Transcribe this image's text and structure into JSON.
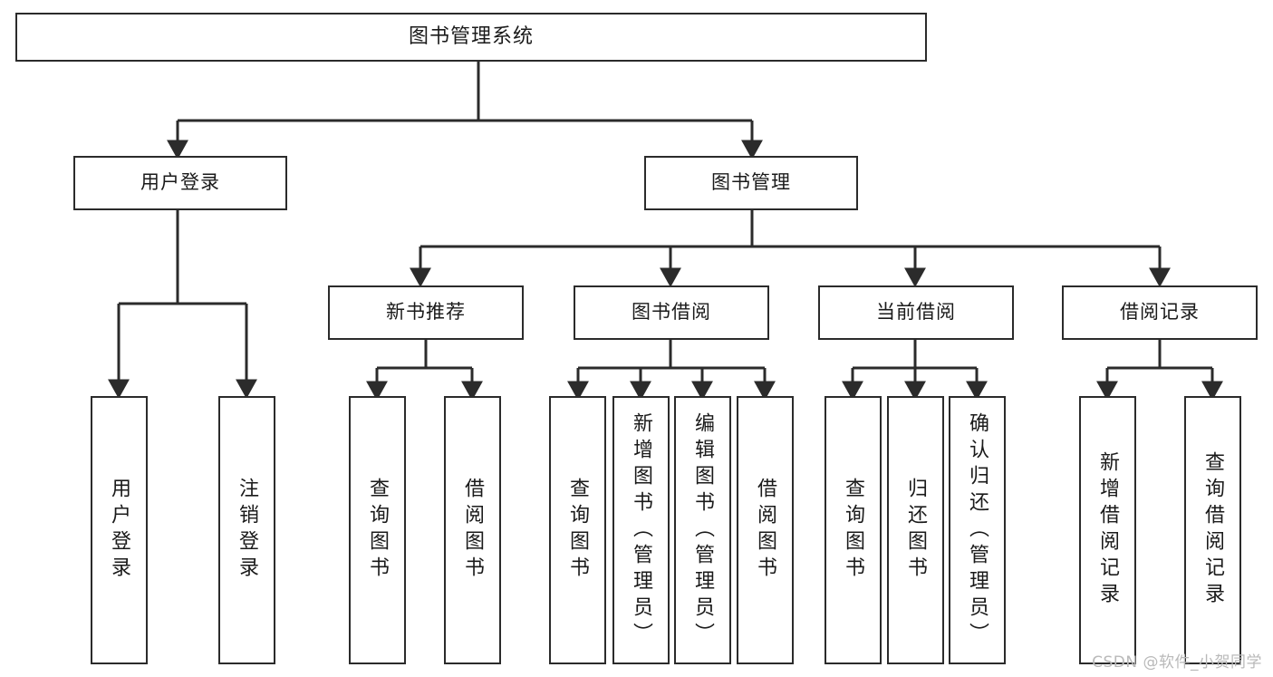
{
  "diagram": {
    "title": "图书管理系统",
    "type": "tree",
    "stroke_color": "#2b2b2b",
    "fill_color": "#ffffff",
    "text_color": "#1a1a1a",
    "root": {
      "id": "root",
      "label": "图书管理系统",
      "orientation": "horizontal"
    },
    "level2": [
      {
        "id": "user-login",
        "label": "用户登录",
        "orientation": "horizontal"
      },
      {
        "id": "book-manage",
        "label": "图书管理",
        "orientation": "horizontal"
      }
    ],
    "level3": [
      {
        "id": "new-book-rec",
        "label": "新书推荐",
        "orientation": "horizontal",
        "parent": "book-manage"
      },
      {
        "id": "book-borrow",
        "label": "图书借阅",
        "orientation": "horizontal",
        "parent": "book-manage"
      },
      {
        "id": "current-borrow",
        "label": "当前借阅",
        "orientation": "horizontal",
        "parent": "book-manage"
      },
      {
        "id": "borrow-record",
        "label": "借阅记录",
        "orientation": "horizontal",
        "parent": "book-manage"
      }
    ],
    "leaves": [
      {
        "id": "leaf-user-login",
        "label": "用户登录",
        "orientation": "vertical",
        "parent": "user-login"
      },
      {
        "id": "leaf-user-logout",
        "label": "注销登录",
        "orientation": "vertical",
        "parent": "user-login"
      },
      {
        "id": "leaf-query-book-1",
        "label": "查询图书",
        "orientation": "vertical",
        "parent": "new-book-rec"
      },
      {
        "id": "leaf-borrow-book-1",
        "label": "借阅图书",
        "orientation": "vertical",
        "parent": "new-book-rec"
      },
      {
        "id": "leaf-query-book-2",
        "label": "查询图书",
        "orientation": "vertical",
        "parent": "book-borrow"
      },
      {
        "id": "leaf-add-book",
        "label": "新增图书（管理员）",
        "orientation": "vertical",
        "parent": "book-borrow"
      },
      {
        "id": "leaf-edit-book",
        "label": "编辑图书（管理员）",
        "orientation": "vertical",
        "parent": "book-borrow"
      },
      {
        "id": "leaf-borrow-book-2",
        "label": "借阅图书",
        "orientation": "vertical",
        "parent": "book-borrow"
      },
      {
        "id": "leaf-query-book-3",
        "label": "查询图书",
        "orientation": "vertical",
        "parent": "current-borrow"
      },
      {
        "id": "leaf-return-book",
        "label": "归还图书",
        "orientation": "vertical",
        "parent": "current-borrow"
      },
      {
        "id": "leaf-confirm-return",
        "label": "确认归还（管理员）",
        "orientation": "vertical",
        "parent": "current-borrow"
      },
      {
        "id": "leaf-add-record",
        "label": "新增借阅记录",
        "orientation": "vertical",
        "parent": "borrow-record"
      },
      {
        "id": "leaf-query-record",
        "label": "查询借阅记录",
        "orientation": "vertical",
        "parent": "borrow-record"
      }
    ]
  },
  "watermark": {
    "text": "CSDN @软件_小贺同学"
  }
}
